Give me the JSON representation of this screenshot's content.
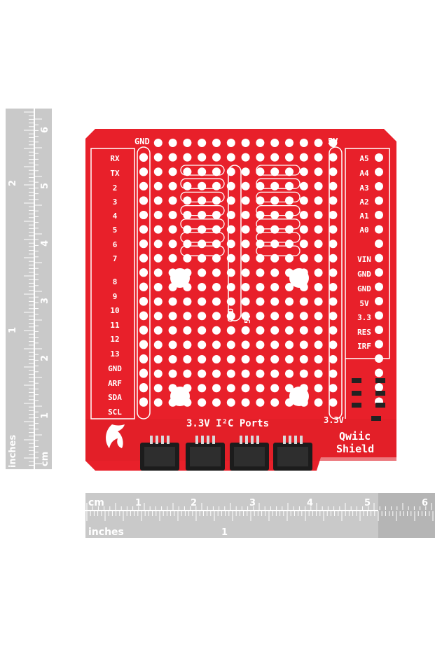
{
  "board": {
    "color": "#e8202a",
    "title_line1": "Qwiic",
    "title_line2": "Shield",
    "ports_label": "3.3V I²C Ports",
    "top_left": "GND",
    "top_right": "5V",
    "bottom_right": "3.3V",
    "mid_gnd": "GND",
    "mid_5v": "5V",
    "left_pins": [
      "RX",
      "TX",
      "2",
      "3",
      "4",
      "5",
      "6",
      "7",
      "8",
      "9",
      "10",
      "11",
      "12",
      "13",
      "GND",
      "ARF",
      "SDA",
      "SCL"
    ],
    "right_pins_top": [
      "A5",
      "A4",
      "A3",
      "A2",
      "A1",
      "A0"
    ],
    "right_pins_bottom": [
      "VIN",
      "GND",
      "GND",
      "5V",
      "3.3",
      "RES",
      "IRF"
    ],
    "logo": "sparkfun-flame-logo"
  },
  "ruler_vertical": {
    "inches_label": "inches",
    "cm_label": "cm",
    "inch_numbers": [
      "1",
      "2"
    ],
    "cm_numbers": [
      "1",
      "2",
      "3",
      "4",
      "5",
      "6"
    ]
  },
  "ruler_horizontal": {
    "cm_label": "cm",
    "inches_label": "inches",
    "cm_numbers": [
      "1",
      "2",
      "3",
      "4",
      "5",
      "6"
    ],
    "inch_numbers": [
      "1"
    ]
  }
}
